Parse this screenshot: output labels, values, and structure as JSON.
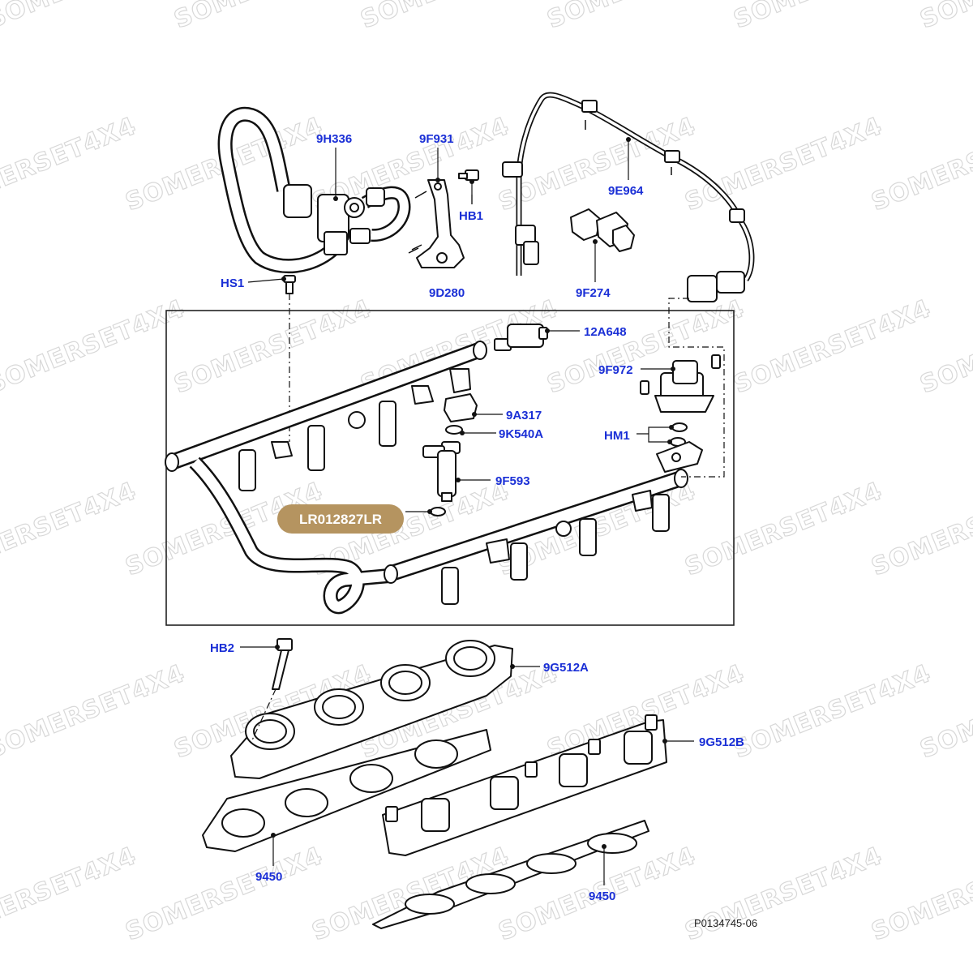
{
  "watermark": {
    "text": "SOMERSET4X4",
    "color": "#d8d8d8"
  },
  "colors": {
    "callout": "#1a2fd6",
    "badge": "#b59460",
    "line": "#111111"
  },
  "callouts": {
    "hose_9h336": "9H336",
    "bracket_9f931": "9F931",
    "bolt_hb1": "HB1",
    "harness_9e964": "9E964",
    "clips_9f274": "9F274",
    "screw_hs1": "HS1",
    "fuel_rail_9d280": "9D280",
    "sensor_12a648": "12A648",
    "damper_9f972": "9F972",
    "clip_9a317": "9A317",
    "oring_9k540a": "9K540A",
    "bolts_hm1": "HM1",
    "injector_9f593": "9F593",
    "bolt_hb2": "HB2",
    "manifold_9g512a": "9G512A",
    "manifold_9g512b": "9G512B",
    "gasket_left_9450": "9450",
    "gasket_right_9450": "9450"
  },
  "badge": {
    "part_number": "LR012827LR"
  },
  "footer": {
    "reference": "P0134745-06"
  }
}
